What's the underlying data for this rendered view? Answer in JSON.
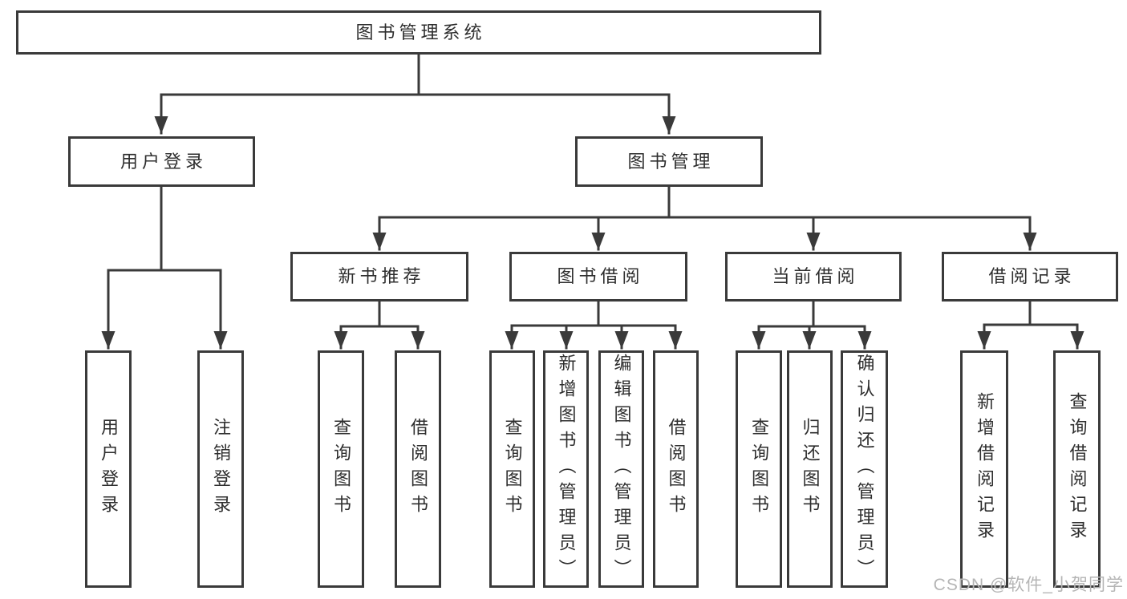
{
  "tree": {
    "label": "图书管理系统",
    "children": [
      {
        "label": "用户登录",
        "children": [
          {
            "label": "用户登录"
          },
          {
            "label": "注销登录"
          }
        ]
      },
      {
        "label": "图书管理",
        "children": [
          {
            "label": "新书推荐",
            "children": [
              {
                "label": "查询图书"
              },
              {
                "label": "借阅图书"
              }
            ]
          },
          {
            "label": "图书借阅",
            "children": [
              {
                "label": "查询图书"
              },
              {
                "label": "新增图书（管理员）"
              },
              {
                "label": "编辑图书（管理员）"
              },
              {
                "label": "借阅图书"
              }
            ]
          },
          {
            "label": "当前借阅",
            "children": [
              {
                "label": "查询图书"
              },
              {
                "label": "归还图书"
              },
              {
                "label": "确认归还（管理员）"
              }
            ]
          },
          {
            "label": "借阅记录",
            "children": [
              {
                "label": "新增借阅记录"
              },
              {
                "label": "查询借阅记录"
              }
            ]
          }
        ]
      }
    ]
  },
  "watermark": {
    "text": "CSDN @软件_小贺同学"
  },
  "colors": {
    "line": "#3a3a3a",
    "box_border": "#3a3a3a",
    "text": "#2e2e2e",
    "watermark": "#b5b5b5",
    "background": "#ffffff"
  }
}
